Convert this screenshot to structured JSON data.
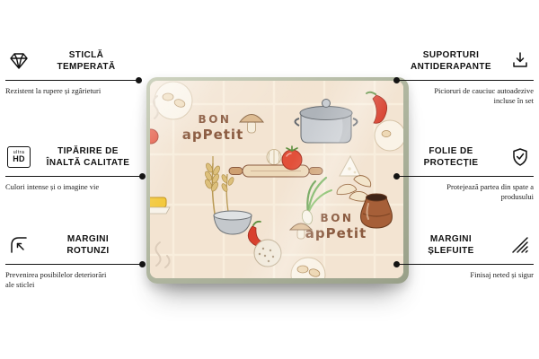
{
  "palette": {
    "background": "#ffffff",
    "callout_ink": "#141414",
    "print_background": "#f3e4d2",
    "glass_edge": "#aeb49e",
    "lettering_brown": "#8a5a3f",
    "tomato_red": "#e2503a",
    "pot_grey": "#c9cdd2",
    "jug_brown": "#a65f38"
  },
  "product": {
    "lettering": {
      "line1": "BON",
      "line2": "apPetit"
    }
  },
  "features": [
    {
      "id": "tempered-glass",
      "icon": "diamond-icon",
      "title": "STICLĂ TEMPERATĂ",
      "subtitle": "Rezistent la rupere și zgârieturi",
      "side": "left"
    },
    {
      "id": "hd-print",
      "icon": "ultra-hd-icon",
      "icon_text_top": "ultra",
      "icon_text_bottom": "HD",
      "title": "TIPĂRIRE DE ÎNALTĂ CALITATE",
      "subtitle": "Culori intense și o imagine vie",
      "side": "left"
    },
    {
      "id": "rounded-edges",
      "icon": "rounded-corner-icon",
      "title": "MARGINI ROTUNZI",
      "subtitle": "Prevenirea posibilelor deteriorări ale sticlei",
      "side": "left"
    },
    {
      "id": "anti-slip-pads",
      "icon": "anti-slip-feet-icon",
      "title": "SUPORTURI ANTIDERAPANTE",
      "subtitle": "Picioruri de cauciuc autoadezive incluse în set",
      "side": "right"
    },
    {
      "id": "protective-film",
      "icon": "shield-check-icon",
      "title": "FOLIE DE PROTECȚIE",
      "subtitle": "Protejează partea din spate a produsului",
      "side": "right"
    },
    {
      "id": "polished-edges",
      "icon": "polished-edge-icon",
      "title": "MARGINI ȘLEFUITE",
      "subtitle": "Finisaj neted și sigur",
      "side": "right"
    }
  ]
}
